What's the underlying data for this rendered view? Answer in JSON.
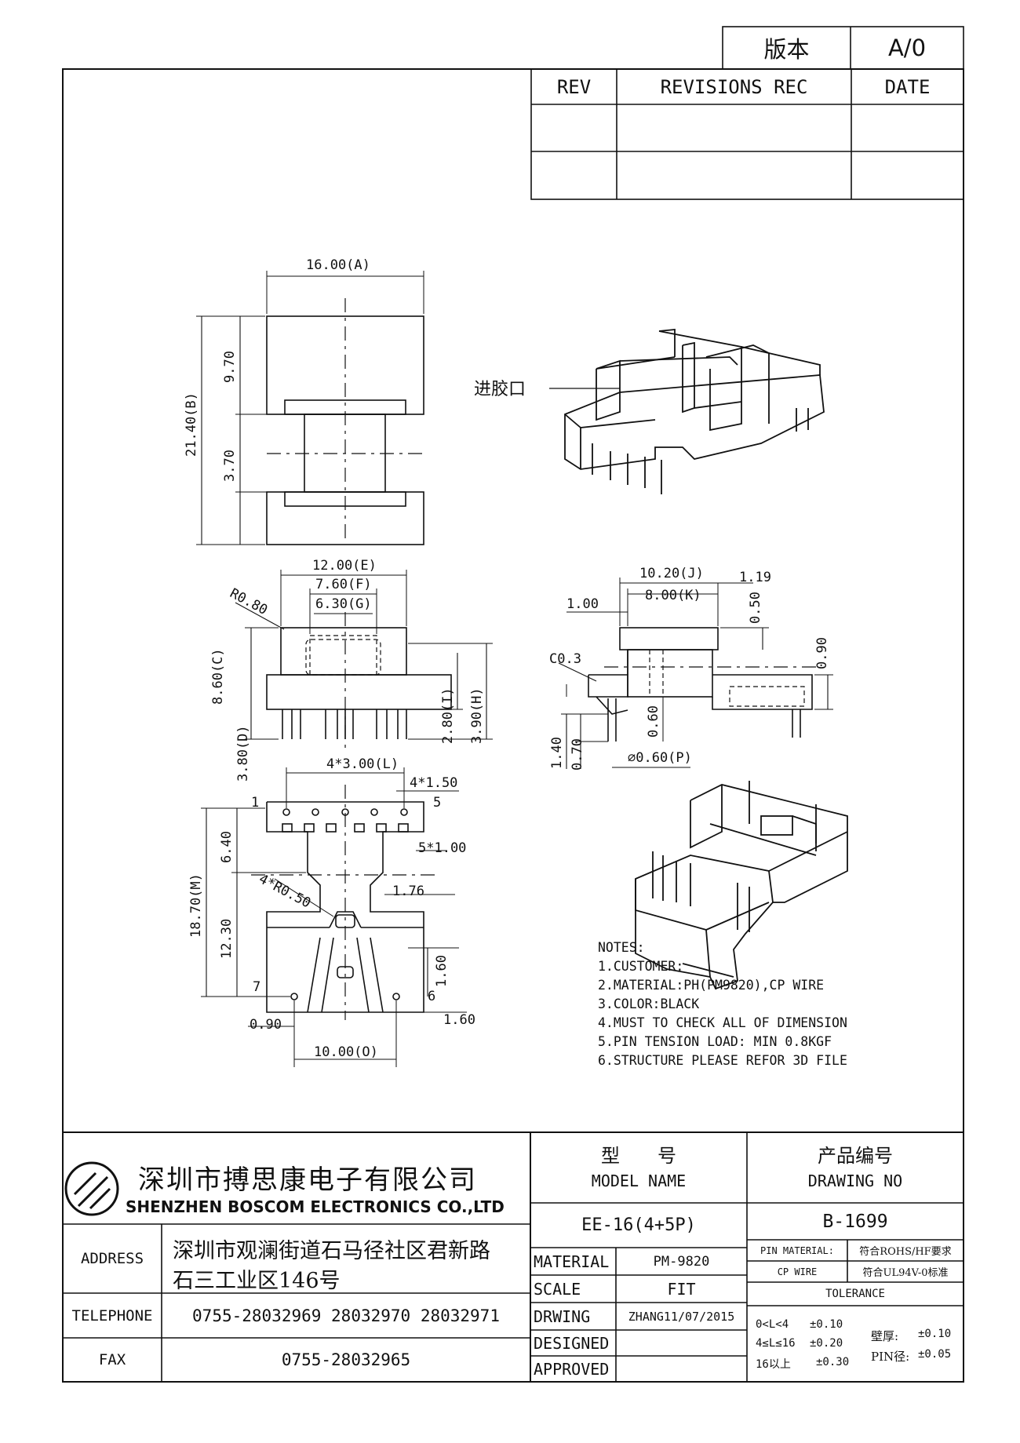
{
  "revision_box": {
    "label": "版本",
    "value": "A/0"
  },
  "revision_table": {
    "headers": [
      "REV",
      "REVISIONS REC",
      "DATE"
    ],
    "rows": [
      [
        "",
        "",
        ""
      ],
      [
        "",
        "",
        ""
      ]
    ]
  },
  "drawing": {
    "top_view": {
      "dim_a": "16.00(A)",
      "dim_b": "21.40(B)",
      "dim_top": "9.70",
      "dim_mid": "3.70"
    },
    "gate_label": "进胶口",
    "front_view": {
      "dim_e": "12.00(E)",
      "dim_f": "7.60(F)",
      "dim_g": "6.30(G)",
      "radius": "R0.80",
      "dim_c": "8.60(C)",
      "dim_d": "3.80(D)",
      "dim_i": "2.80(I)",
      "dim_h": "3.90(H)"
    },
    "side_view": {
      "dim_j": "10.20(J)",
      "dim_k": "8.00(K)",
      "dim_119": "1.19",
      "dim_100": "1.00",
      "dim_050": "0.50",
      "dim_090": "0.90",
      "chamfer": "C0.3",
      "dim_060": "0.60",
      "dim_140": "1.40",
      "dim_070": "0.70",
      "dim_p": "⌀0.60(P)"
    },
    "bottom_view": {
      "dim_l": "4*3.00(L)",
      "dim_150": "4*1.50",
      "dim_100x5": "5*1.00",
      "radius4": "4*R0.50",
      "dim_176": "1.76",
      "dim_m": "18.70(M)",
      "dim_640": "6.40",
      "dim_1230": "12.30",
      "dim_160a": "1.60",
      "dim_160b": "1.60",
      "dim_090": "0.90",
      "dim_o": "10.00(O)",
      "pin_1": "1",
      "pin_5": "5",
      "pin_6": "6",
      "pin_7": "7"
    }
  },
  "notes": {
    "title": "NOTES:",
    "items": [
      "1.CUSTOMER:",
      "2.MATERIAL:PH(PM9820),CP WIRE",
      "3.COLOR:BLACK",
      "4.MUST TO CHECK ALL OF DIMENSION",
      "5.PIN TENSION LOAD: MIN 0.8KGF",
      "6.STRUCTURE PLEASE REFOR 3D FILE"
    ]
  },
  "title_block": {
    "company_cn": "深圳市搏思康电子有限公司",
    "company_en": "SHENZHEN BOSCOM ELECTRONICS CO.,LTD",
    "address_label": "ADDRESS",
    "address_line1": "深圳市观澜街道石马径社区君新路",
    "address_line2": "石三工业区146号",
    "telephone_label": "TELEPHONE",
    "telephone_value": "0755-28032969 28032970 28032971",
    "fax_label": "FAX",
    "fax_value": "0755-28032965",
    "model_label_cn": "型　　号",
    "model_label_en": "MODEL NAME",
    "model_value": "EE-16(4+5P)",
    "drawing_label_cn": "产品编号",
    "drawing_label_en": "DRAWING NO",
    "drawing_value": "B-1699",
    "material_label": "MATERIAL",
    "material_value": "PM-9820",
    "scale_label": "SCALE",
    "scale_value": "FIT",
    "drwing_label": "DRWING",
    "drwing_value": "ZHANG11/07/2015",
    "designed_label": "DESIGNED",
    "approved_label": "APPROVED",
    "pin_material_label": "PIN MATERIAL:",
    "pin_material_value": "符合ROHS/HF要求",
    "cp_wire_label": "CP WIRE",
    "cp_wire_value": "符合UL94V-0标准",
    "tolerance_label": "TOLERANCE",
    "tolerances": [
      {
        "range": "0<L<4",
        "value": "±0.10"
      },
      {
        "range": "4≤L≤16",
        "value": "±0.20"
      },
      {
        "range": "16以上",
        "value": "±0.30"
      }
    ],
    "wall_label": "壁厚:",
    "wall_value": "±0.10",
    "pin_dia_label": "PIN径:",
    "pin_dia_value": "±0.05"
  }
}
